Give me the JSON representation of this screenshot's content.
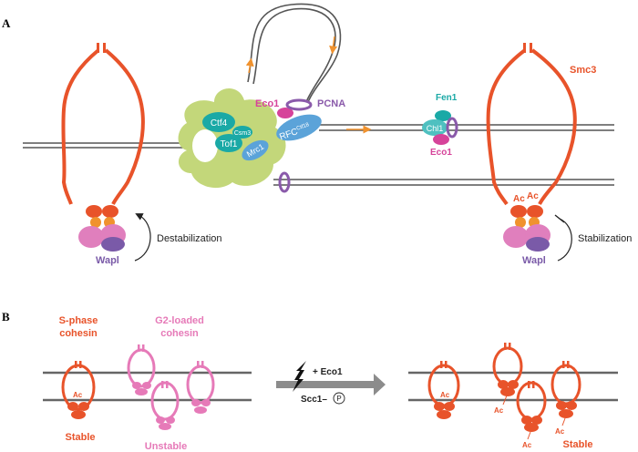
{
  "figure": {
    "panel_a": {
      "letter": "A",
      "labels": {
        "eco1_top": "Eco1",
        "pcna": "PCNA",
        "rfc": "RFC",
        "rfc_sup": "Ctf18",
        "ctf4": "Ctf4",
        "csm3": "Csm3",
        "tof1": "Tof1",
        "mrc1": "Mrc1",
        "fen1": "Fen1",
        "chl1": "Chl1",
        "eco1_mid": "Eco1",
        "smc3": "Smc3",
        "ac1": "Ac",
        "ac2": "Ac",
        "wapl_left": "Wapl",
        "wapl_right": "Wapl",
        "destabilization": "Destabilization",
        "stabilization": "Stabilization"
      }
    },
    "panel_b": {
      "letter": "B",
      "labels": {
        "sphase_line1": "S-phase",
        "sphase_line2": "cohesin",
        "g2_line1": "G2-loaded",
        "g2_line2": "cohesin",
        "stable_left": "Stable",
        "unstable": "Unstable",
        "ac_left": "Ac",
        "arrow_top": "+ Eco1",
        "arrow_bottom": "Scc1–",
        "phospho": "P",
        "ac_r1": "Ac",
        "ac_r2": "Ac",
        "ac_r3": "Ac",
        "ac_r4": "Ac",
        "stable_right": "Stable"
      }
    },
    "colors": {
      "cohesin_orange": "#e8532a",
      "cohesin_light_orange": "#f0922e",
      "g2_pink": "#e67ab8",
      "wapl_pink": "#e07fbd",
      "wapl_purple": "#7a5aa8",
      "pcna_purple": "#8a5aaa",
      "teal": "#1aa9a6",
      "blue": "#5ba3d9",
      "eco1_magenta": "#d6439a",
      "replisome_green": "#c3d77a",
      "dna_gray": "#555555",
      "arrow_gray": "#8c8c8c"
    }
  }
}
